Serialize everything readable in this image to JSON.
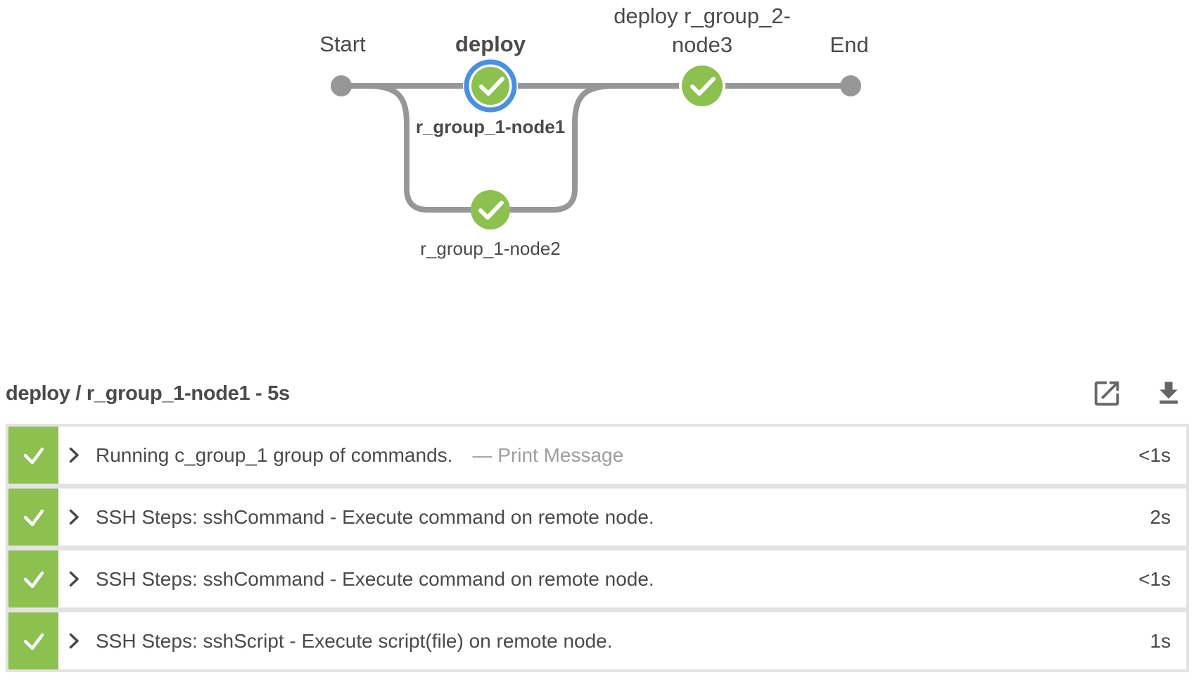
{
  "graph": {
    "start_label": "Start",
    "deploy_label": "deploy",
    "stage2_label_line1": "deploy r_group_2-",
    "stage2_label_line2": "node3",
    "end_label": "End",
    "branch1_label": "r_group_1-node1",
    "branch2_label": "r_group_1-node2",
    "node_status": "success",
    "selected_node": "deploy / r_group_1-node1"
  },
  "log": {
    "title": "deploy / r_group_1-node1 - 5s",
    "toolbar_icons": [
      "open-log-new-window",
      "download-log"
    ],
    "steps": [
      {
        "status": "success",
        "text": "Running c_group_1 group of commands.",
        "annotation": "— Print Message",
        "duration": "<1s"
      },
      {
        "status": "success",
        "text": "SSH Steps: sshCommand - Execute command on remote node.",
        "annotation": "",
        "duration": "2s"
      },
      {
        "status": "success",
        "text": "SSH Steps: sshCommand - Execute command on remote node.",
        "annotation": "",
        "duration": "<1s"
      },
      {
        "status": "success",
        "text": "SSH Steps: sshScript - Execute script(file) on remote node.",
        "annotation": "",
        "duration": "1s"
      }
    ]
  },
  "colors": {
    "success_green": "#8cc04f",
    "selected_ring_blue": "#4a90e2",
    "connector_gray": "#979797",
    "text_dark": "#4a4a4a",
    "text_muted": "#9e9e9e",
    "separator_gray": "#e3e3e3",
    "icon_gray": "#666666"
  }
}
